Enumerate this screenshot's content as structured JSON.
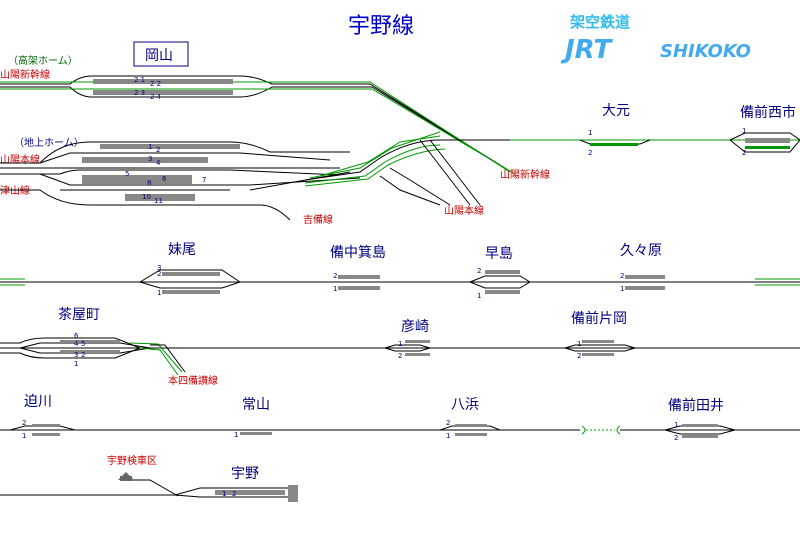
{
  "title": "宇野線",
  "brand": {
    "kanji": "架空鉄道",
    "logo": "JRT",
    "logo2": "SHIKOKO"
  },
  "okayama": {
    "name": "岡山",
    "koka": "（高架ホーム）",
    "chijo": "（地上ホーム）",
    "sanyo_shinkansen": "山陽新幹線",
    "sanyo_line": "山陽本線",
    "tsuyama": "津山線",
    "kibi": "吉備線",
    "track_21": "2 1",
    "track_22": "2 2",
    "track_23": "2 3",
    "track_24": "2 4",
    "track_1": "1",
    "track_2": "2",
    "track_3": "3",
    "track_4": "4",
    "track_5": "5",
    "track_6": "6",
    "track_7": "7",
    "track_8": "8",
    "track_10": "10",
    "track_11": "11"
  },
  "exits": {
    "sanyo_shinkansen": "山陽新幹線",
    "sanyo_line": "山陽本線",
    "honshi": "本四備讃線"
  },
  "stations": {
    "omoto": "大元",
    "bizen_nishiichi": "備前西市",
    "senoo": "妹尾",
    "bichu_mishima": "備中箕島",
    "hayashima": "早島",
    "kukuhara": "久々原",
    "chayamachi": "茶屋町",
    "hikosaki": "彦崎",
    "bizen_kataoka": "備前片岡",
    "sakogawa": "迫川",
    "tsuneyama": "常山",
    "hachihama": "八浜",
    "bizen_tai": "備前田井",
    "uno": "宇野",
    "uno_depot": "宇野検車区"
  },
  "track_numbers": {
    "n1": "1",
    "n2": "2",
    "n3": "3",
    "n4": "4",
    "n5": "5",
    "n6": "6"
  }
}
